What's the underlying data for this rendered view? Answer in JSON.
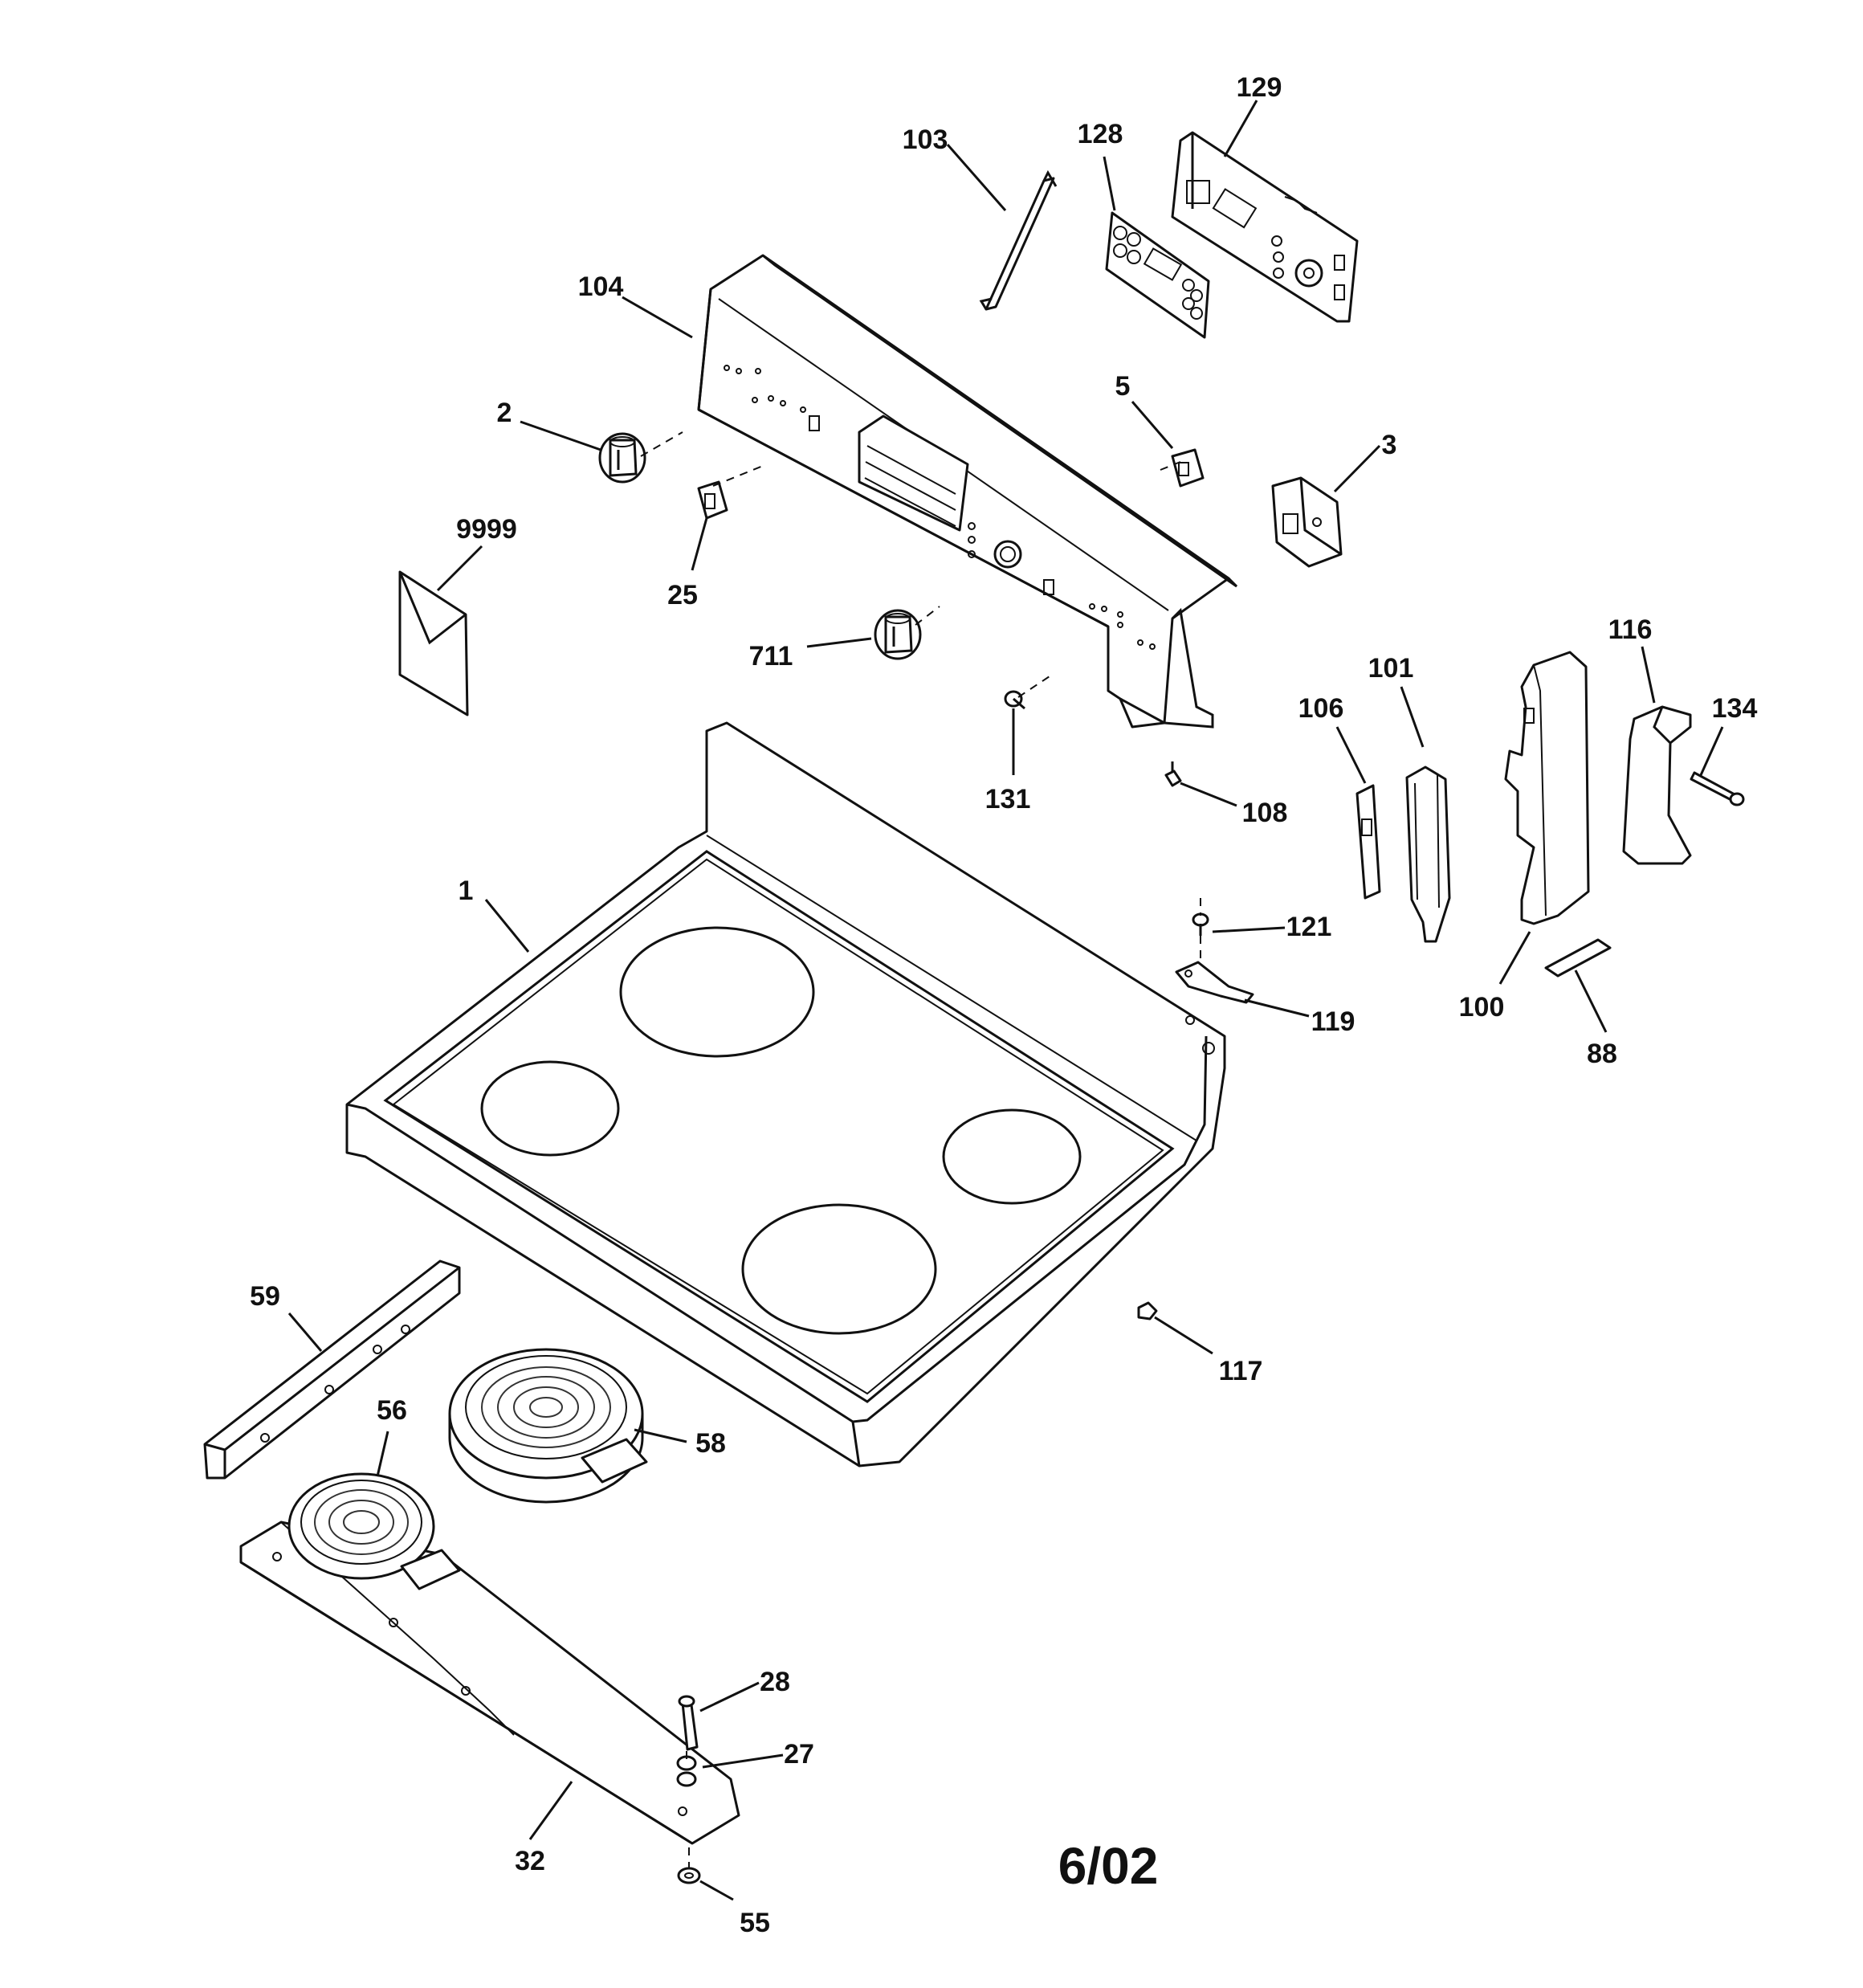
{
  "diagram": {
    "parts": [
      {
        "key": "p129",
        "number": "129"
      },
      {
        "key": "p103",
        "number": "103"
      },
      {
        "key": "p128",
        "number": "128"
      },
      {
        "key": "p104",
        "number": "104"
      },
      {
        "key": "p5",
        "number": "5"
      },
      {
        "key": "p2",
        "number": "2"
      },
      {
        "key": "p3",
        "number": "3"
      },
      {
        "key": "p9999",
        "number": "9999"
      },
      {
        "key": "p25",
        "number": "25"
      },
      {
        "key": "p711",
        "number": "711"
      },
      {
        "key": "p116",
        "number": "116"
      },
      {
        "key": "p101",
        "number": "101"
      },
      {
        "key": "p106",
        "number": "106"
      },
      {
        "key": "p134",
        "number": "134"
      },
      {
        "key": "p131",
        "number": "131"
      },
      {
        "key": "p108",
        "number": "108"
      },
      {
        "key": "p1",
        "number": "1"
      },
      {
        "key": "p121",
        "number": "121"
      },
      {
        "key": "p119",
        "number": "119"
      },
      {
        "key": "p100",
        "number": "100"
      },
      {
        "key": "p88",
        "number": "88"
      },
      {
        "key": "p59",
        "number": "59"
      },
      {
        "key": "p117",
        "number": "117"
      },
      {
        "key": "p56",
        "number": "56"
      },
      {
        "key": "p58",
        "number": "58"
      },
      {
        "key": "p28",
        "number": "28"
      },
      {
        "key": "p27",
        "number": "27"
      },
      {
        "key": "p32",
        "number": "32"
      },
      {
        "key": "p55",
        "number": "55"
      }
    ],
    "date_code": "6/02"
  }
}
